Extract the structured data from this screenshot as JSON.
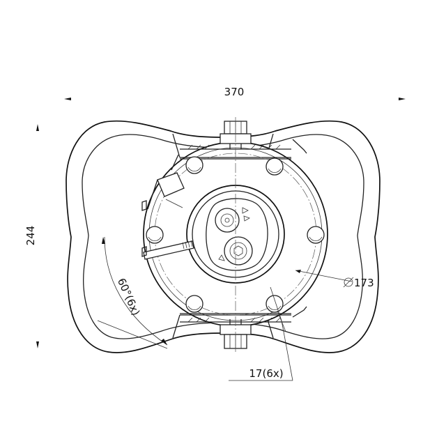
{
  "dimensions": {
    "width": "370",
    "height": "244",
    "diameter": "173",
    "angle": "60°(6x)",
    "hole": "17(6x)"
  },
  "symbols": {
    "diameter_symbol": "diameter-icon"
  },
  "colors": {
    "line": "#222222",
    "background": "#ffffff"
  }
}
